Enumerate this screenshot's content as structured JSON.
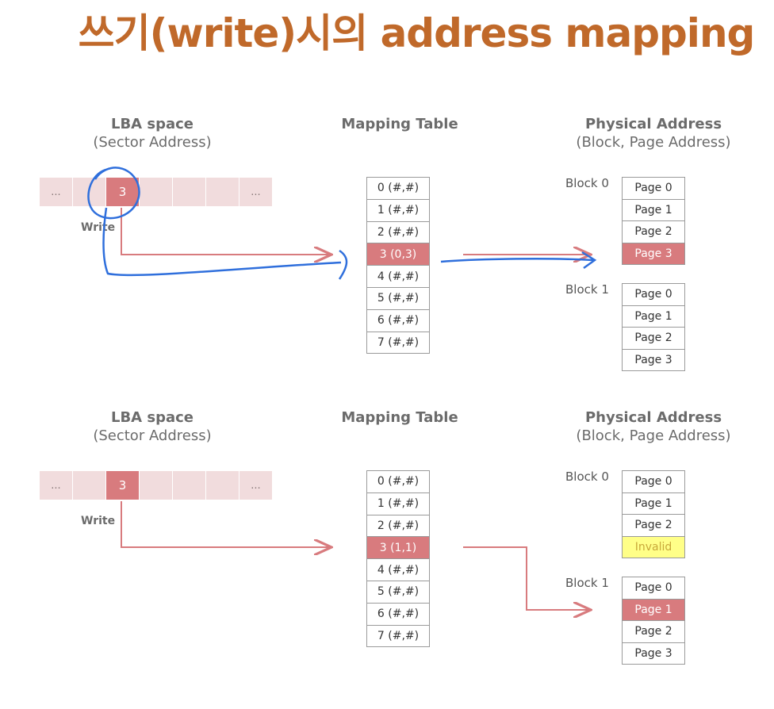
{
  "title": "쓰기(write)시의 address mapping",
  "headers": {
    "lba_title": "LBA space",
    "lba_sub": "(Sector Address)",
    "map_title": "Mapping Table",
    "phys_title": "Physical Address",
    "phys_sub": "(Block, Page Address)"
  },
  "write_label": "Write",
  "panels": [
    {
      "lba_cells": [
        "...",
        "",
        "3",
        "",
        "",
        "",
        "..."
      ],
      "table": [
        "0 (#,#)",
        "1 (#,#)",
        "2 (#,#)",
        "3 (0,3)",
        "4 (#,#)",
        "5 (#,#)",
        "6 (#,#)",
        "7 (#,#)"
      ],
      "blocks": [
        {
          "label": "Block 0",
          "pages": [
            "Page 0",
            "Page 1",
            "Page 2",
            "Page 3"
          ]
        },
        {
          "label": "Block 1",
          "pages": [
            "Page 0",
            "Page 1",
            "Page 2",
            "Page 3"
          ]
        }
      ]
    },
    {
      "lba_cells": [
        "...",
        "",
        "3",
        "",
        "",
        "",
        "..."
      ],
      "table": [
        "0 (#,#)",
        "1 (#,#)",
        "2 (#,#)",
        "3 (1,1)",
        "4 (#,#)",
        "5 (#,#)",
        "6 (#,#)",
        "7 (#,#)"
      ],
      "blocks": [
        {
          "label": "Block 0",
          "pages": [
            "Page 0",
            "Page 1",
            "Page 2",
            "Invalid"
          ]
        },
        {
          "label": "Block 1",
          "pages": [
            "Page 0",
            "Page 1",
            "Page 2",
            "Page 3"
          ]
        }
      ]
    }
  ],
  "colors": {
    "title": "#c0692a",
    "highlight": "#d87b7e",
    "lba_cell": "#f1dcdd",
    "invalid": "#ffff88",
    "annotation": "#2f6fdc"
  }
}
